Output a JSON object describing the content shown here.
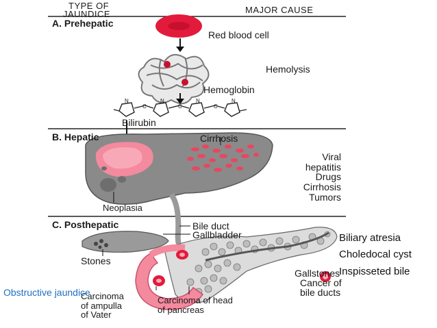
{
  "header": {
    "type_of_line1": "TYPE OF",
    "type_of_line2": "JAUNDICE",
    "major_cause": "MAJOR CAUSE"
  },
  "sections": {
    "a": "A. Prehepatic",
    "b": "B. Hepatic",
    "c": "C. Posthepatic"
  },
  "prehepatic": {
    "red_blood_cell": "Red blood cell",
    "hemolysis": "Hemolysis",
    "hemoglobin": "Hemoglobin",
    "bilirubin": "Bilirubin",
    "chain_letters": [
      "N",
      "C",
      "N",
      "C",
      "N",
      "C",
      "N"
    ]
  },
  "hepatic": {
    "cirrhosis": "Cirrhosis",
    "neoplasia": "Neoplasia",
    "causes": [
      "Viral",
      "hepatitis",
      "Drugs",
      "Cirrhosis",
      "Tumors"
    ]
  },
  "posthepatic": {
    "bile_duct": "Bile duct",
    "gallbladder": "Gallbladder",
    "stones": "Stones",
    "gallstones": "Gallstones",
    "cancer_of": "Cancer of",
    "bile_ducts": "bile ducts",
    "carcinoma_ampulla": [
      "Carcinoma",
      "of ampulla",
      "of Vater"
    ],
    "carcinoma_head": [
      "Carcinoma of head",
      "of pancreas"
    ]
  },
  "annotations": {
    "biliary_atresia": "Biliary atresia",
    "choledocal_cyst": "Choledocal cyst",
    "inspisseted_bile": "Inspisseted bile",
    "obstructive_jaundice": "Obstructive jaundice"
  },
  "colors": {
    "pink": "#f07f94",
    "red": "#e21b3c",
    "gray": "#8e8e8e",
    "blue": "#1f6fc0"
  }
}
